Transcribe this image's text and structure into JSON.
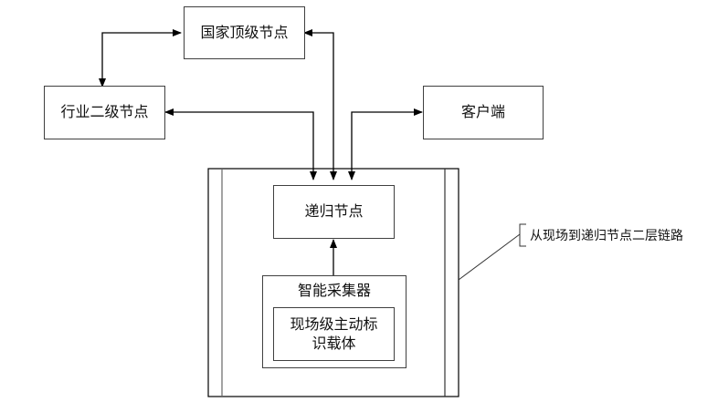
{
  "nodes": {
    "national": "国家顶级节点",
    "industry": "行业二级节点",
    "client": "客户端",
    "recursive": "递归节点",
    "collector": "智能采集器",
    "carrier_line1": "现场级主动标",
    "carrier_line2": "识载体"
  },
  "annotation": "从现场到递归节点二层链路",
  "colors": {
    "stroke": "#000000",
    "box_border": "#404040",
    "background": "#ffffff"
  }
}
